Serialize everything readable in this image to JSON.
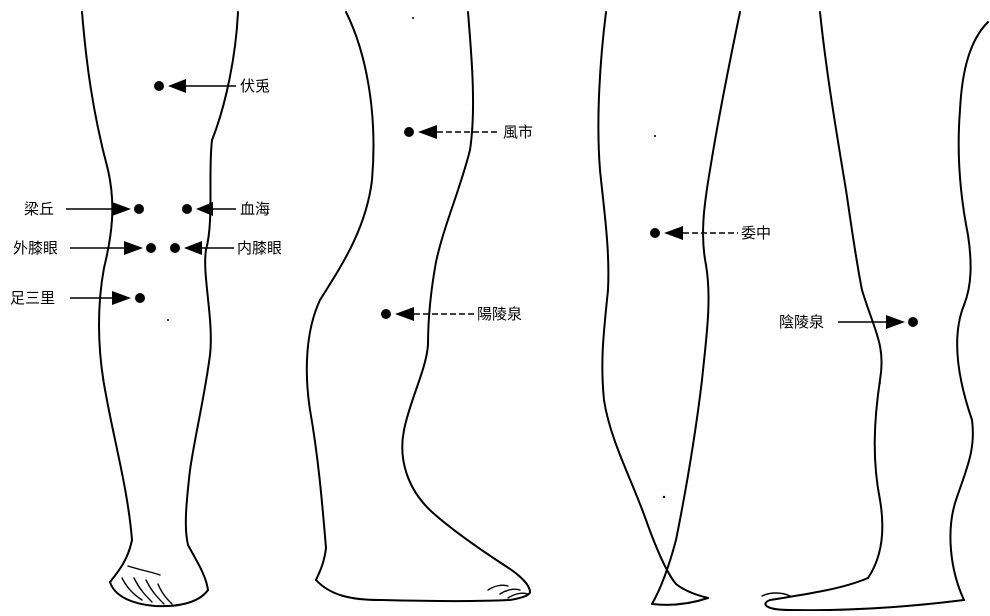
{
  "figure": {
    "background": "#ffffff",
    "ink": "#000000"
  },
  "points": {
    "futu": "伏兎",
    "liangqiu": "梁丘",
    "xuehai": "血海",
    "waixiyan": "外膝眼",
    "neixiyan": "内膝眼",
    "zusanli": "足三里",
    "fengshi": "風市",
    "yanglingquan": "陽陵泉",
    "weizhong": "委中",
    "yinlingquan": "陰陵泉"
  }
}
